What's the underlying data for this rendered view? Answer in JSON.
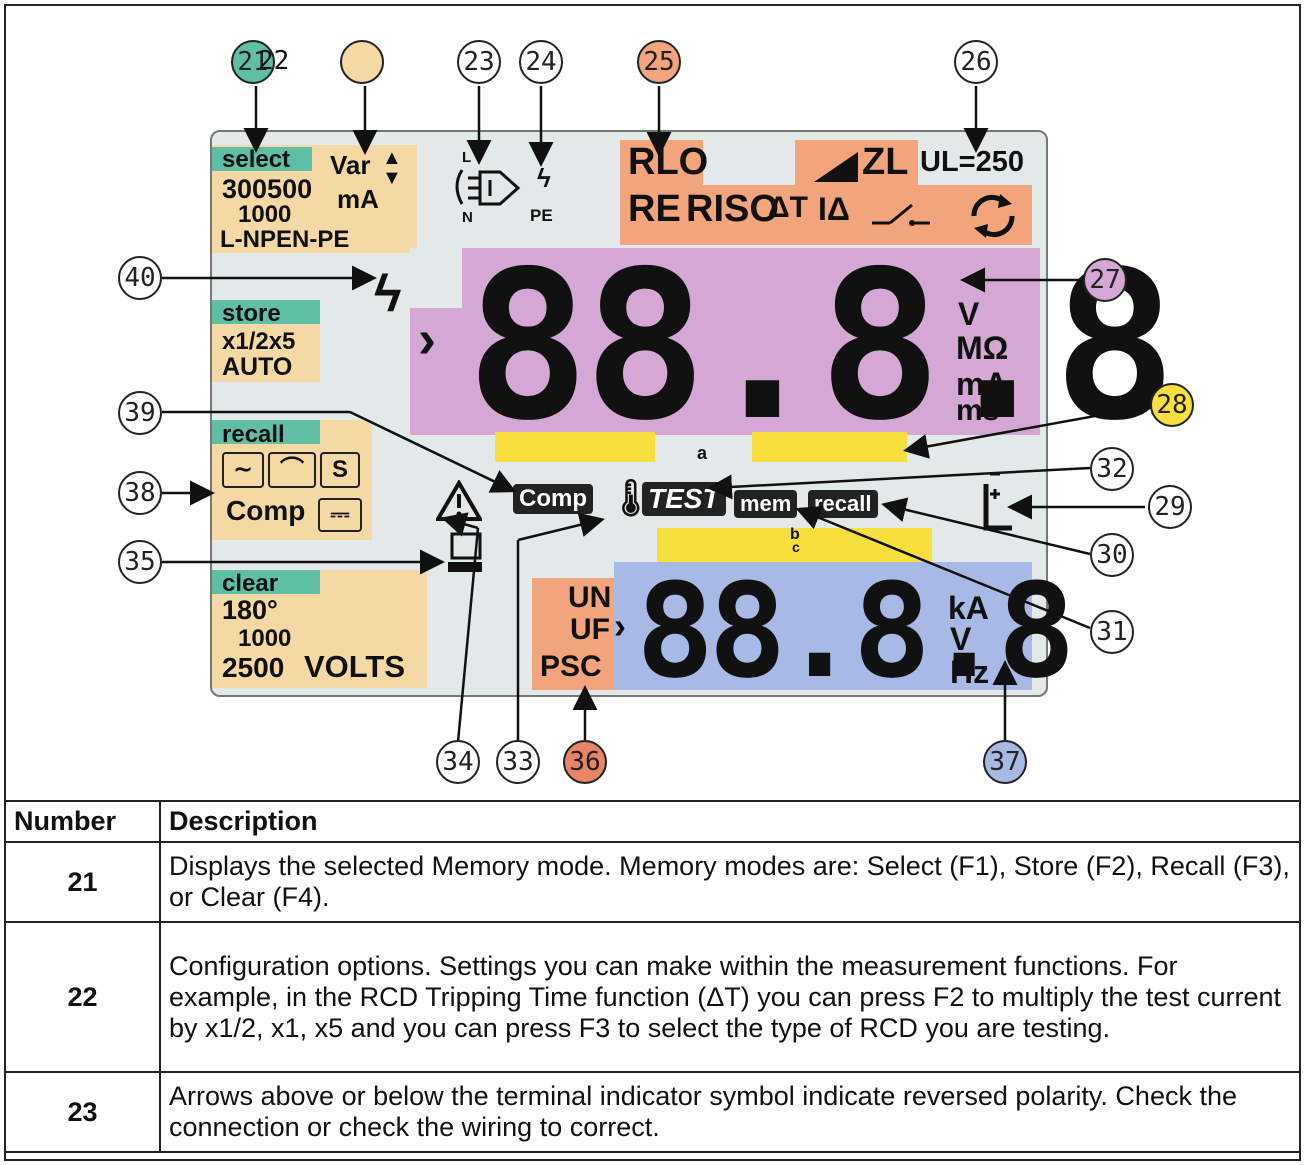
{
  "lcd": {
    "select": "select",
    "range_a": "300500",
    "range_b": "1000",
    "network": "L-NPEN-PE",
    "var": "Var",
    "var_unit": "mA",
    "store": "store",
    "store_mult": "x1/2x5",
    "store_auto": "AUTO",
    "recall": "recall",
    "comp_label": "Comp",
    "s_symbol": "S",
    "clear": "clear",
    "clear_deg": "180°",
    "clear_1000": "1000",
    "clear_2500": "2500",
    "clear_volts": "VOLTS",
    "pe_label": "PE",
    "l_label": "L",
    "n_label": "N",
    "rlo": "RLO",
    "re": "RE",
    "riso": "RISO",
    "delta_t": "ΔT",
    "i_delta": "IΔ",
    "zl": "ZL",
    "ul": "UL=250",
    "main_digits": "88.8.8",
    "unit_v": "V",
    "unit_mohm": "MΩ",
    "unit_ma": "mA",
    "unit_ms": "ms",
    "bar_a": "a",
    "comp_pill": "Comp",
    "test_pill": "TEST",
    "mem_pill": "mem",
    "recall_pill": "recall",
    "bar_b": "b",
    "bar_c": "c",
    "un": "UN",
    "uf": "UF",
    "psc": "PSC",
    "sub_digits": "88.8.8",
    "unit_ka": "kA",
    "unit_v2": "V",
    "unit_hz": "Hz"
  },
  "callouts": [
    "21",
    "22",
    "23",
    "24",
    "25",
    "26",
    "27",
    "28",
    "29",
    "30",
    "31",
    "32",
    "33",
    "34",
    "35",
    "36",
    "37",
    "38",
    "39",
    "40"
  ],
  "colors": {
    "teal": "#5fbfa5",
    "peach": "#f5d9a4",
    "orange": "#f2a57c",
    "pink": "#d4a7d4",
    "blue": "#a9b9e6",
    "yellow": "#f7e03d"
  },
  "table": {
    "col_number": "Number",
    "col_description": "Description",
    "rows": [
      {
        "number": "21",
        "description": "Displays the selected Memory mode. Memory modes are: Select (F1), Store (F2), Recall (F3), or Clear (F4)."
      },
      {
        "number": "22",
        "description": "Configuration options. Settings you can make within the measurement functions. For example, in the RCD Tripping Time function (ΔT) you can press F2 to multiply the test current by x1/2, x1, x5 and you can press F3 to select the type of RCD you are testing."
      },
      {
        "number": "23",
        "description": "Arrows above or below the terminal indicator symbol indicate reversed polarity. Check the connection or check the wiring to correct."
      }
    ]
  }
}
